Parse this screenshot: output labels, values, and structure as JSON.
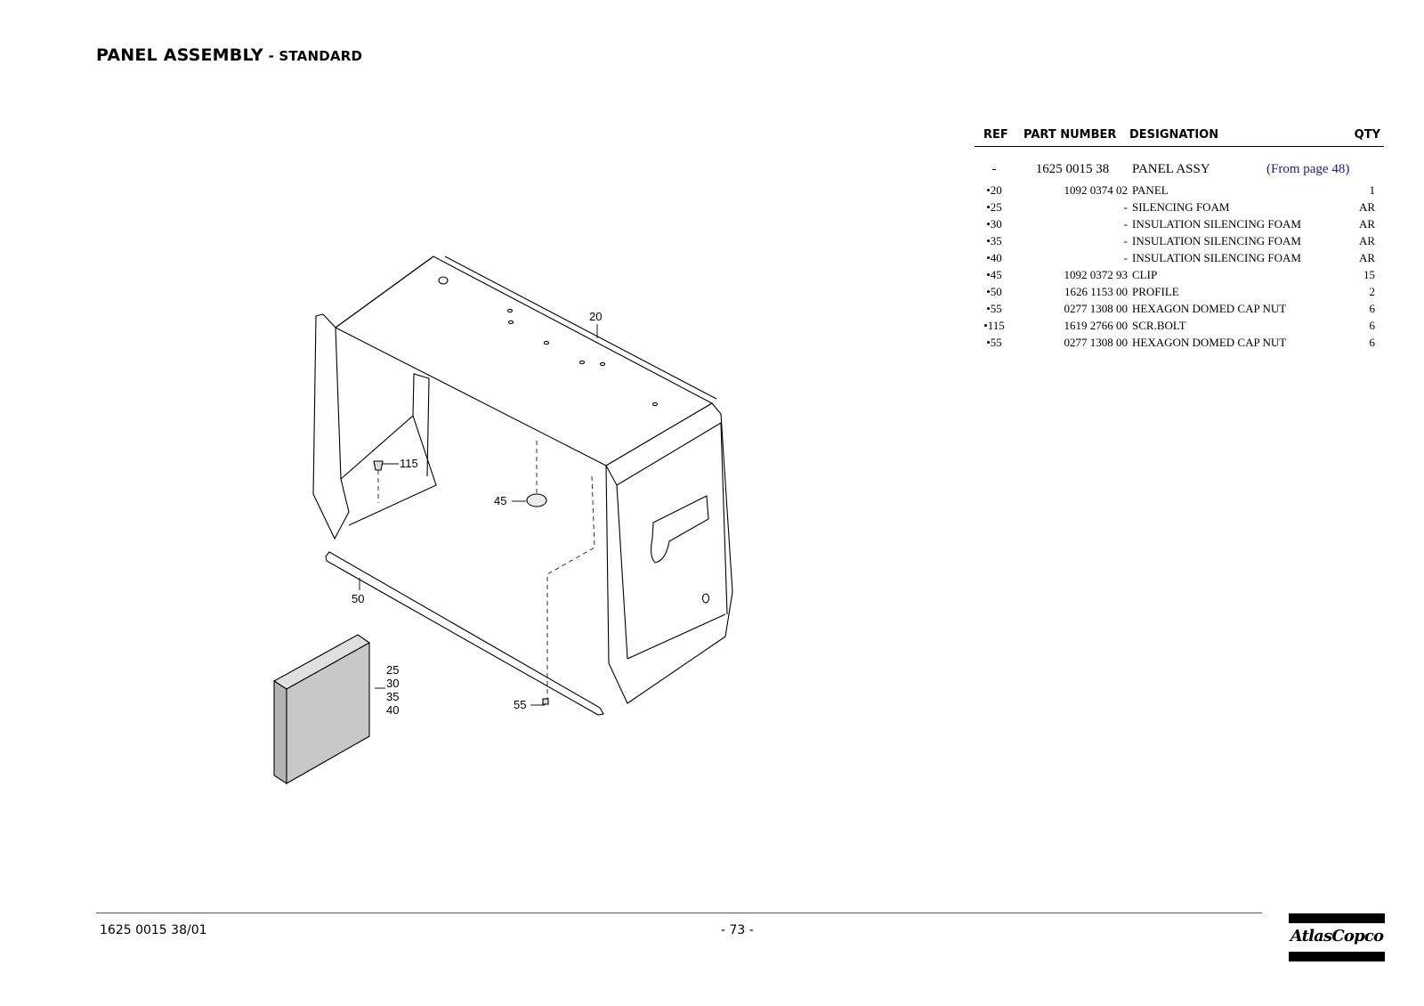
{
  "page": {
    "title_main": "PANEL ASSEMBLY",
    "title_sub": "- STANDARD"
  },
  "table": {
    "headers": {
      "ref": "REF",
      "part_number": "PART NUMBER",
      "designation": "DESIGNATION",
      "qty": "QTY"
    },
    "assembly": {
      "ref": "-",
      "part_number": "1625 0015 38",
      "designation": "PANEL ASSY",
      "reference": "(From page 48)"
    },
    "rows": [
      {
        "ref": "•20",
        "part_number": "1092 0374 02",
        "designation": "PANEL",
        "qty": "1"
      },
      {
        "ref": "•25",
        "part_number": "-",
        "designation": "SILENCING FOAM",
        "qty": "AR"
      },
      {
        "ref": "•30",
        "part_number": "-",
        "designation": "INSULATION SILENCING FOAM",
        "qty": "AR"
      },
      {
        "ref": "•35",
        "part_number": "-",
        "designation": "INSULATION SILENCING FOAM",
        "qty": "AR"
      },
      {
        "ref": "•40",
        "part_number": "-",
        "designation": "INSULATION SILENCING FOAM",
        "qty": "AR"
      },
      {
        "ref": "•45",
        "part_number": "1092 0372 93",
        "designation": "CLIP",
        "qty": "15"
      },
      {
        "ref": "•50",
        "part_number": "1626 1153 00",
        "designation": "PROFILE",
        "qty": "2"
      },
      {
        "ref": "•55",
        "part_number": "0277 1308 00",
        "designation": "HEXAGON DOMED CAP NUT",
        "qty": "6"
      },
      {
        "ref": "•115",
        "part_number": "1619 2766 00",
        "designation": "SCR.BOLT",
        "qty": "6"
      },
      {
        "ref": "•55",
        "part_number": "0277 1308 00",
        "designation": "HEXAGON DOMED CAP NUT",
        "qty": "6"
      }
    ]
  },
  "drawing": {
    "callouts": {
      "c20": "20",
      "c115": "115",
      "c45": "45",
      "c50": "50",
      "c55": "55",
      "c25": "25",
      "c30": "30",
      "c35": "35",
      "c40": "40"
    },
    "foam_color": "#c8c8c8"
  },
  "footer": {
    "doc_number": "1625 0015 38/01",
    "page_number": "- 73 -",
    "logo_text": "AtlasCopco"
  }
}
